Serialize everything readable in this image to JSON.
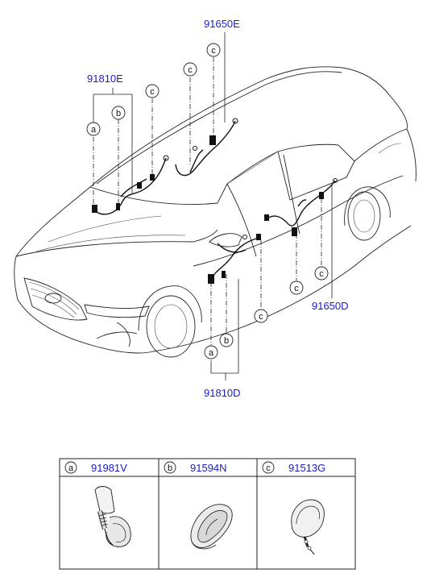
{
  "callouts": {
    "top_right": "91650E",
    "top_left": "91810E",
    "bottom_right": "91650D",
    "bottom_center": "91810D"
  },
  "markers": {
    "a": "a",
    "b": "b",
    "c": "c"
  },
  "parts_table": [
    {
      "letter": "a",
      "code": "91981V",
      "icon": "grommet-boot-icon"
    },
    {
      "letter": "b",
      "code": "91594N",
      "icon": "oval-grommet-icon"
    },
    {
      "letter": "c",
      "code": "91513G",
      "icon": "round-grommet-icon"
    }
  ]
}
